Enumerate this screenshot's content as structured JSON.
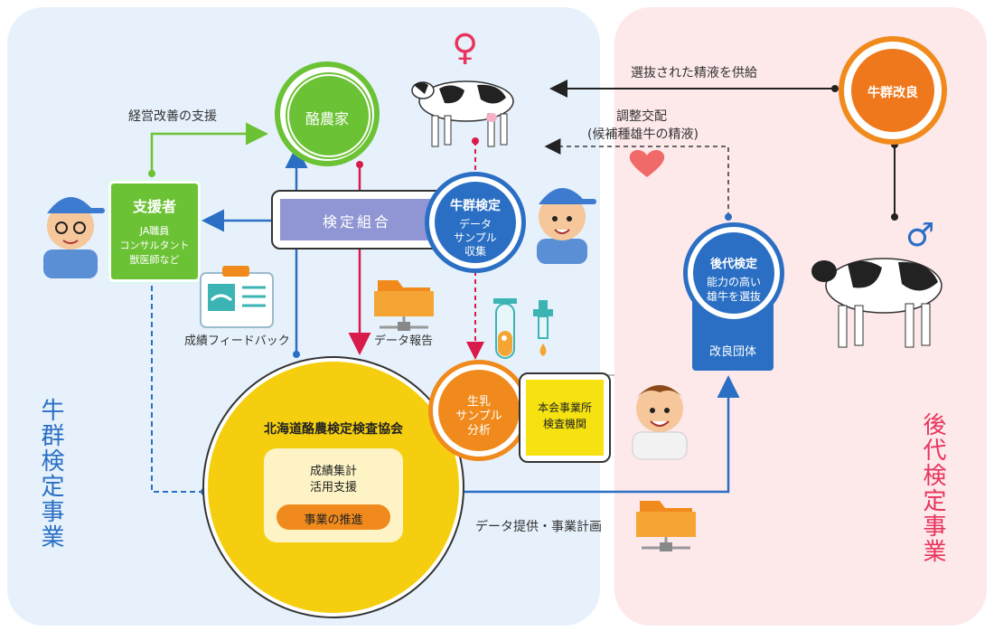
{
  "regions": {
    "left": "牛群検定事業",
    "right": "後代検定事業"
  },
  "nodes": {
    "dairy_farmer": "酪農家",
    "inspection_union": "検定組合",
    "support": {
      "title": "支援者",
      "lines": [
        "JA職員",
        "コンサルタント",
        "獣医師など"
      ]
    },
    "herd_test": {
      "title": "牛群検定",
      "lines": [
        "データ",
        "サンプル",
        "収集"
      ]
    },
    "association": {
      "title": "北海道酪農検定検査協会",
      "box_lines": [
        "成績集計",
        "活用支援"
      ],
      "pill": "事業の推進"
    },
    "milk_sample": {
      "lines": [
        "生乳",
        "サンプル",
        "分析"
      ]
    },
    "lab": {
      "lines": [
        "本会事業所",
        "検査機関"
      ]
    },
    "progeny_test": {
      "title": "後代検定",
      "lines": [
        "能力の高い",
        "雄牛を選抜"
      ],
      "org": "改良団体"
    },
    "herd_improvement": "牛群改良"
  },
  "labels": {
    "mgmt_support": "経営改善の支援",
    "feedback": "成績フィードバック",
    "data_report": "データ報告",
    "selected_semen": "選抜された精液を供給",
    "adjust_mating_1": "調整交配",
    "adjust_mating_2": "(候補種雄牛の精液)",
    "data_provision": "データ提供・事業計画"
  },
  "icons": {
    "female": "♀",
    "male": "♂"
  },
  "colors": {
    "left_bg": "#e6f1fb",
    "right_bg": "#fde8ea",
    "green": "#6cc235",
    "orange": "#f08a1c",
    "blue": "#2a6fc4",
    "yellow": "#f5cf0f",
    "pink": "#e8355d",
    "purple": "#8f96d3"
  }
}
